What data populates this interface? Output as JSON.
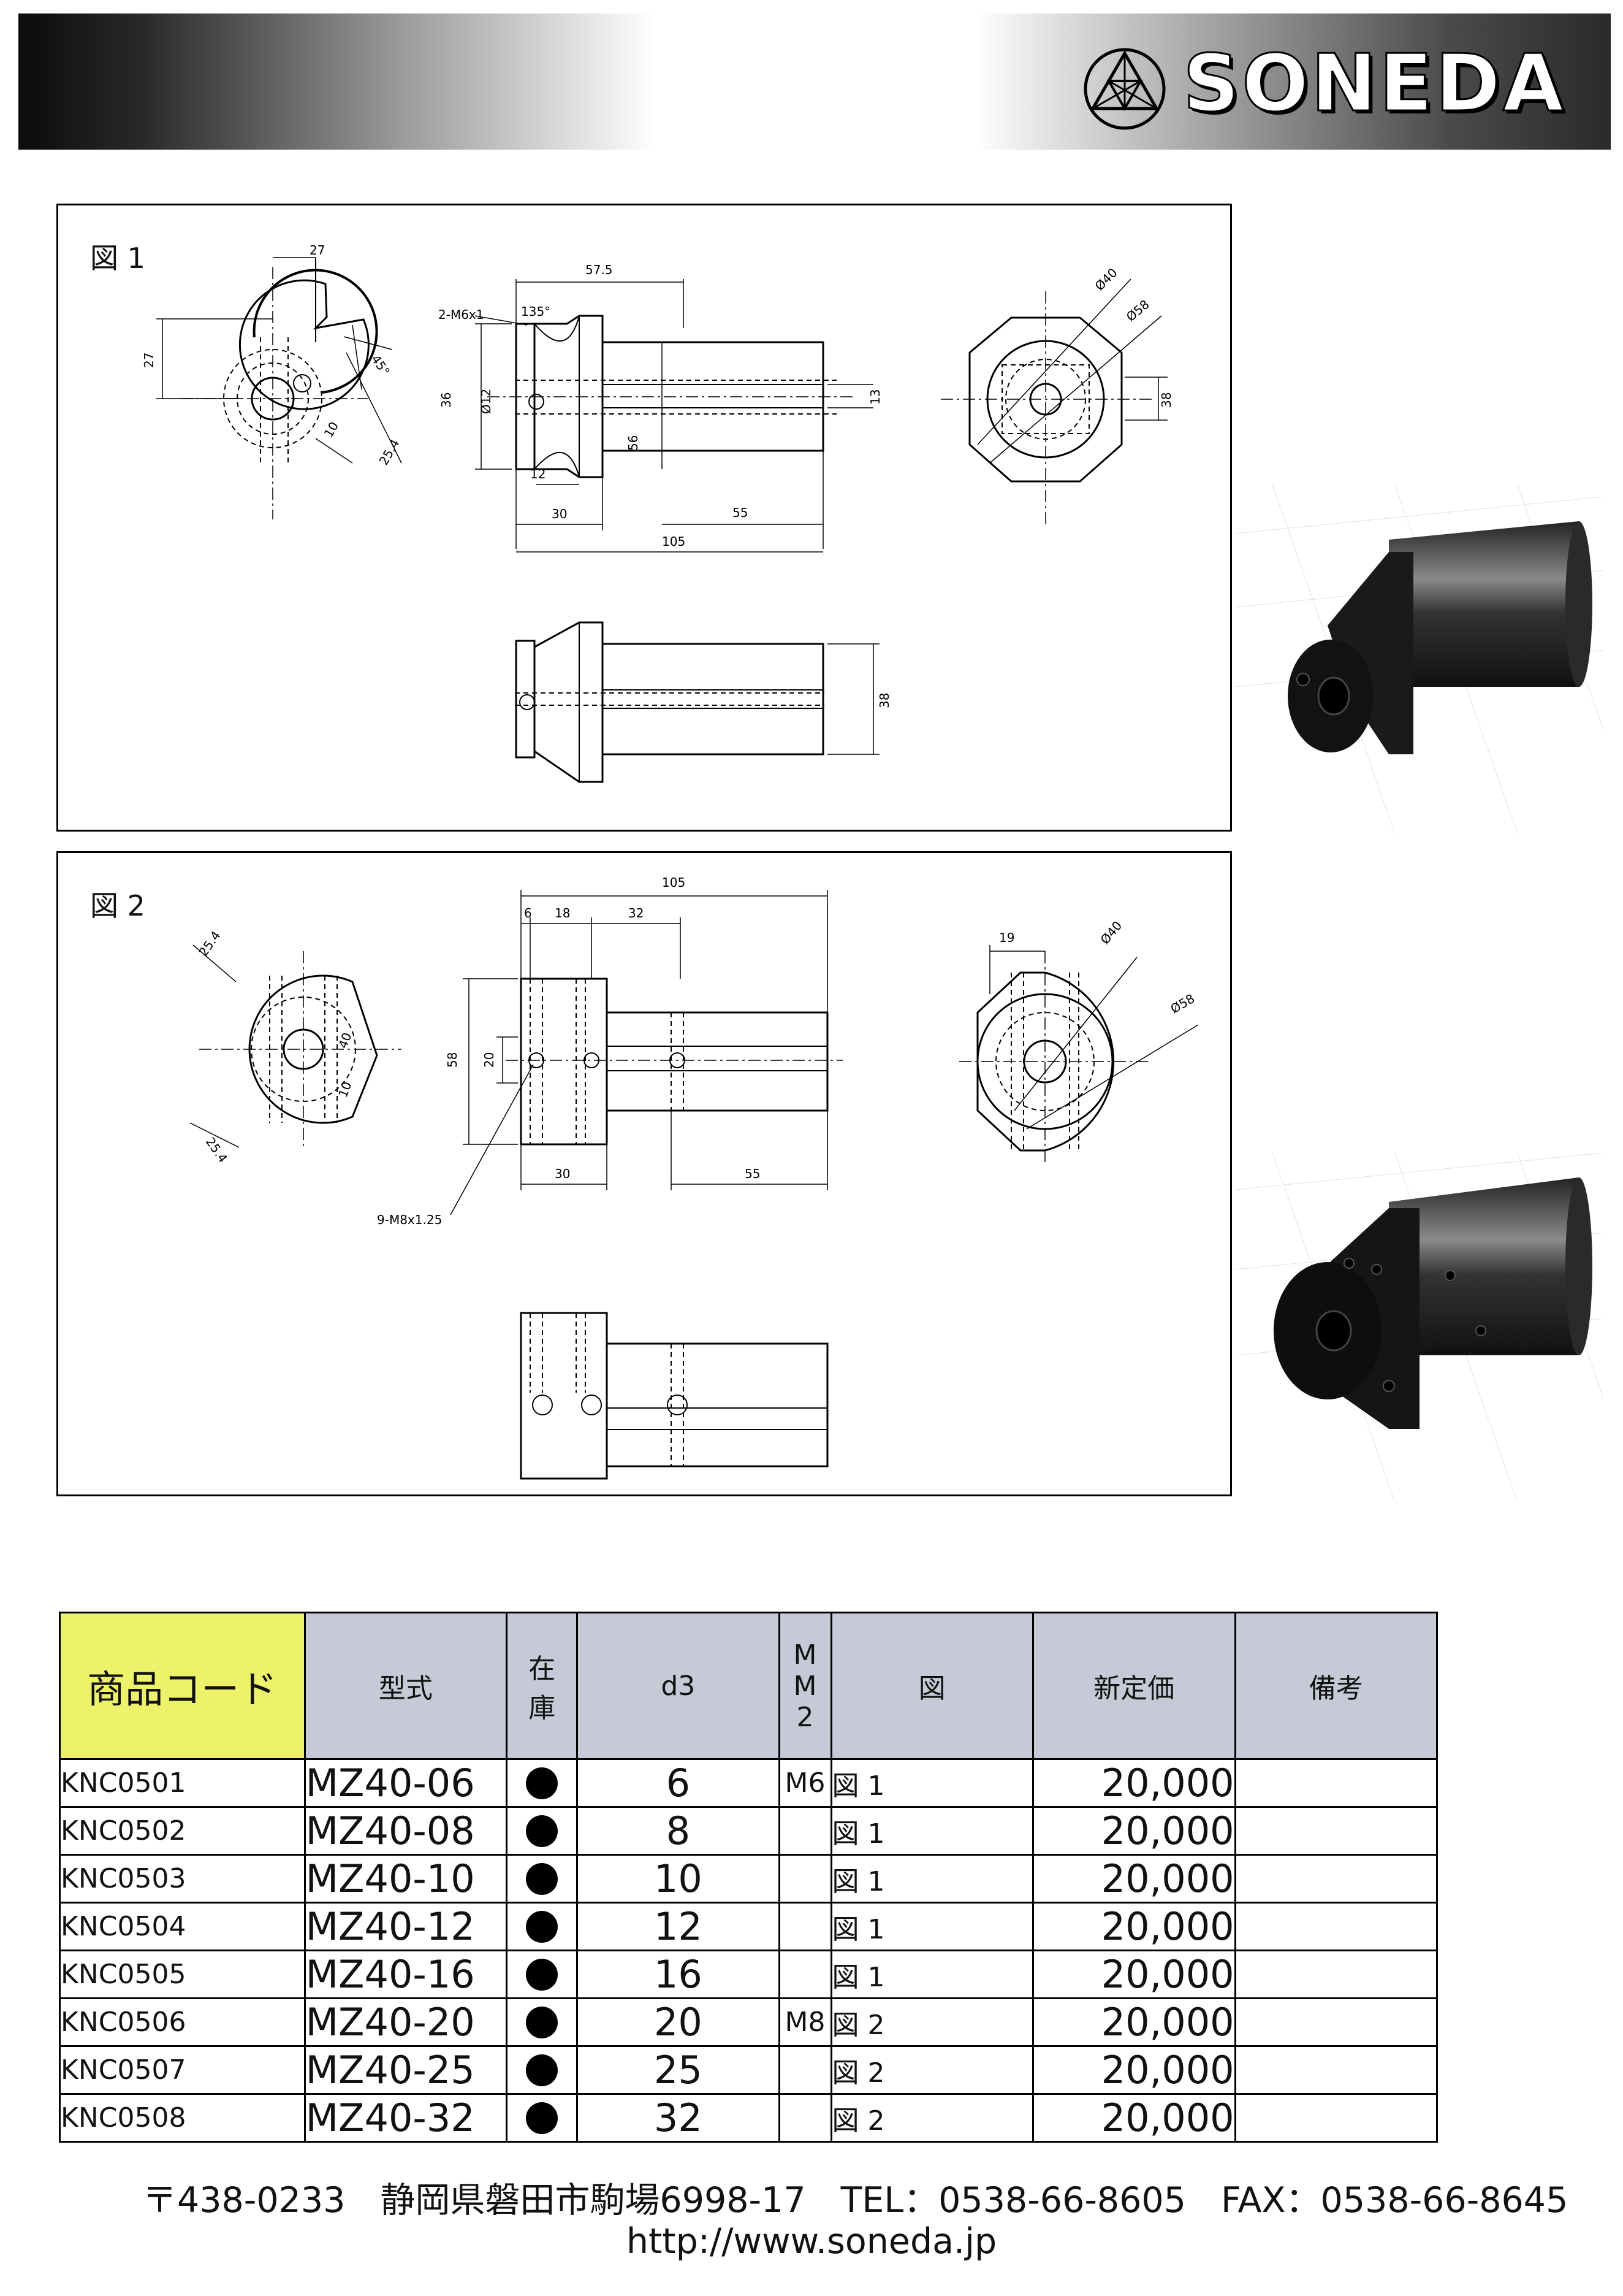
{
  "brand": {
    "name": "SONEDA"
  },
  "figures": [
    {
      "label": "図 1",
      "dimensions": {
        "dim_27_top": "27",
        "dim_27_side": "27",
        "dim_45deg": "45°",
        "dim_10": "10",
        "dim_254": "25.4",
        "dim_575": "57.5",
        "dim_2m6x1": "2-M6x1",
        "dim_135": "135°",
        "dim_36": "36",
        "dim_phi12": "Ø12",
        "dim_56": "56",
        "dim_13": "13",
        "dim_12": "12",
        "dim_30": "30",
        "dim_55": "55",
        "dim_105": "105",
        "dim_phi40": "Ø40",
        "dim_phi58": "Ø58",
        "dim_38": "38",
        "dim_38b": "38"
      }
    },
    {
      "label": "図 2",
      "dimensions": {
        "dim_254a": "25.4",
        "dim_254b": "25.4",
        "dim_40": "40",
        "dim_10": "10",
        "dim_105": "105",
        "dim_6": "6",
        "dim_18": "18",
        "dim_32": "32",
        "dim_58": "58",
        "dim_20": "20",
        "dim_30": "30",
        "dim_55": "55",
        "dim_9m8": "9-M8x1.25",
        "dim_19": "19",
        "dim_phi40": "Ø40",
        "dim_phi58": "Ø58"
      }
    }
  ],
  "table": {
    "headers": {
      "code": "商品コード",
      "model": "型式",
      "stock": [
        "在",
        "庫"
      ],
      "d3": "d3",
      "mm2": [
        "M",
        "M",
        "2"
      ],
      "fig": "図",
      "price": "新定価",
      "notes": "備考"
    },
    "rows": [
      {
        "code": "KNC0501",
        "model": "MZ40-06",
        "d3": "6",
        "mm2": "M6",
        "fig": "図 1",
        "price": "20,000",
        "notes": ""
      },
      {
        "code": "KNC0502",
        "model": "MZ40-08",
        "d3": "8",
        "mm2": "",
        "fig": "図 1",
        "price": "20,000",
        "notes": ""
      },
      {
        "code": "KNC0503",
        "model": "MZ40-10",
        "d3": "10",
        "mm2": "",
        "fig": "図 1",
        "price": "20,000",
        "notes": ""
      },
      {
        "code": "KNC0504",
        "model": "MZ40-12",
        "d3": "12",
        "mm2": "",
        "fig": "図 1",
        "price": "20,000",
        "notes": ""
      },
      {
        "code": "KNC0505",
        "model": "MZ40-16",
        "d3": "16",
        "mm2": "",
        "fig": "図 1",
        "price": "20,000",
        "notes": ""
      },
      {
        "code": "KNC0506",
        "model": "MZ40-20",
        "d3": "20",
        "mm2": "M8",
        "fig": "図 2",
        "price": "20,000",
        "notes": ""
      },
      {
        "code": "KNC0507",
        "model": "MZ40-25",
        "d3": "25",
        "mm2": "",
        "fig": "図 2",
        "price": "20,000",
        "notes": ""
      },
      {
        "code": "KNC0508",
        "model": "MZ40-32",
        "d3": "32",
        "mm2": "",
        "fig": "図 2",
        "price": "20,000",
        "notes": ""
      }
    ]
  },
  "footer": {
    "address": "〒438-0233　静岡県磐田市駒場6998-17　TEL：0538-66-8605　FAX：0538-66-8645",
    "url": "http://www.soneda.jp"
  }
}
